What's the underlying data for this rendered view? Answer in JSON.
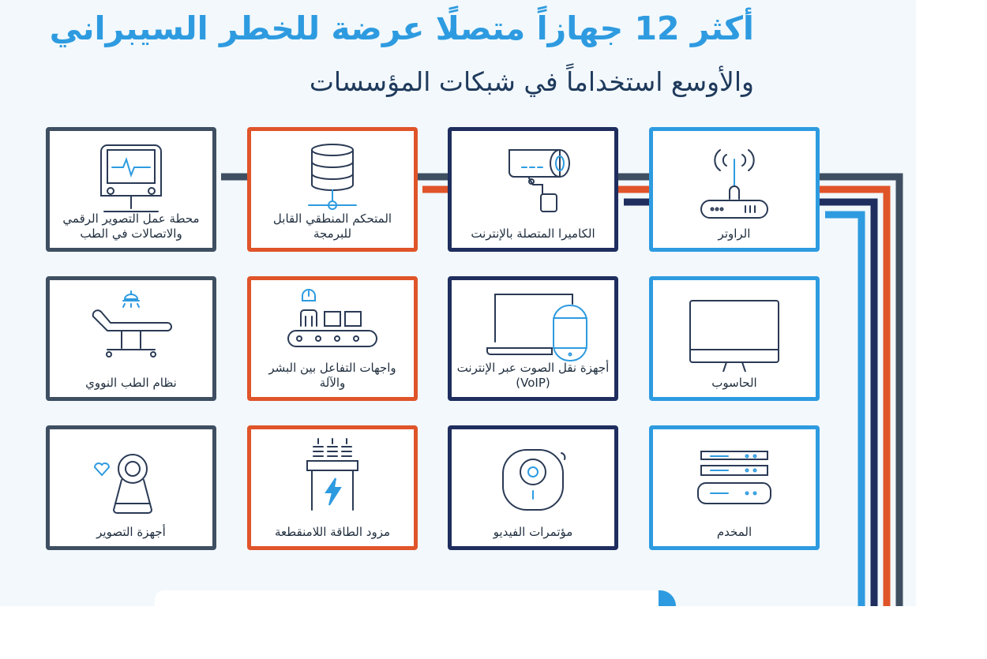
{
  "header": {
    "title": "أكثر 12 جهازاً متصلًا عرضة للخطر السيبراني",
    "subtitle": "والأوسع استخداماً في شبكات المؤسسات"
  },
  "colors": {
    "blue": "#2e9be0",
    "navy": "#1f2e5e",
    "orange": "#e0542a",
    "slate": "#3f4f62"
  },
  "devices": [
    {
      "label": "الراوتر",
      "icon": "router-icon",
      "color": "blue"
    },
    {
      "label": "الكاميرا المتصلة بالإنترنت",
      "icon": "ip-camera-icon",
      "color": "navy"
    },
    {
      "label": "المتحكم المنطقي القابل للبرمجة",
      "icon": "plc-database-icon",
      "color": "orange"
    },
    {
      "label": "محطة عمل التصوير الرقمي والاتصالات في الطب",
      "icon": "dicom-workstation-icon",
      "color": "slate"
    },
    {
      "label": "الحاسوب",
      "icon": "computer-monitor-icon",
      "color": "blue"
    },
    {
      "label": "أجهزة نقل الصوت عبر الإنترنت (VoIP)",
      "icon": "voip-device-icon",
      "color": "navy"
    },
    {
      "label": "واجهات التفاعل بين البشر والآلة",
      "icon": "hmi-conveyor-icon",
      "color": "orange"
    },
    {
      "label": "نظام الطب النووي",
      "icon": "nuclear-medicine-table-icon",
      "color": "slate"
    },
    {
      "label": "المخدم",
      "icon": "server-rack-icon",
      "color": "blue"
    },
    {
      "label": "مؤتمرات الفيديو",
      "icon": "video-conference-camera-icon",
      "color": "navy"
    },
    {
      "label": "مزود الطاقة اللامنقطعة",
      "icon": "ups-power-icon",
      "color": "orange"
    },
    {
      "label": "أجهزة التصوير",
      "icon": "imaging-scanner-icon",
      "color": "slate"
    }
  ]
}
